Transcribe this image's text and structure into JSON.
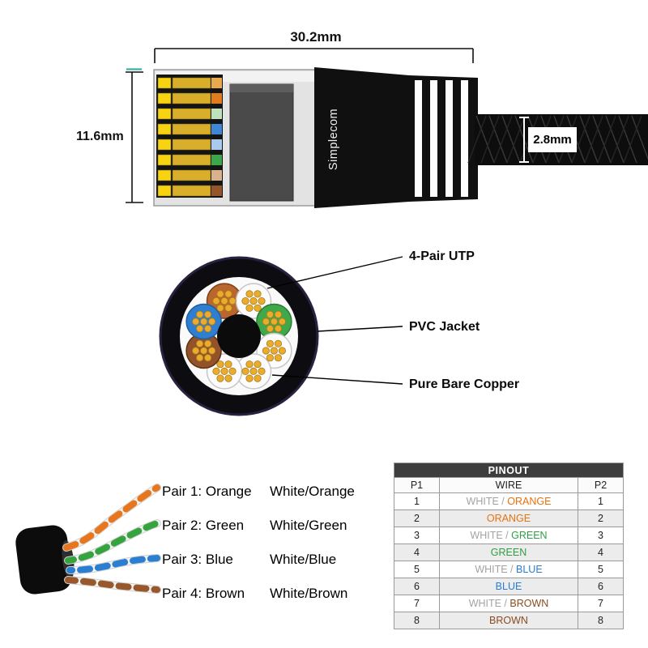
{
  "connector": {
    "brand": "Simplecom",
    "width_label": "30.2mm",
    "height_label": "11.6mm",
    "cable_diameter_label": "2.8mm"
  },
  "cross_section": {
    "jacket_color": "#0d0d11",
    "copper_color": "#ebac2e",
    "callouts": [
      {
        "label": "4-Pair UTP"
      },
      {
        "label": "PVC Jacket"
      },
      {
        "label": "Pure Bare Copper"
      }
    ],
    "wires": [
      {
        "name": "orange",
        "color": "#b9672f"
      },
      {
        "name": "white-orange",
        "color": "#fcfcfc"
      },
      {
        "name": "green",
        "color": "#3fa94a"
      },
      {
        "name": "white-green",
        "color": "#fcfcfc"
      },
      {
        "name": "white-blue",
        "color": "#fcfcfc"
      },
      {
        "name": "white-brown",
        "color": "#fcfcfc"
      },
      {
        "name": "brown",
        "color": "#93522a"
      },
      {
        "name": "blue",
        "color": "#2f7ed0"
      }
    ]
  },
  "pairs": [
    {
      "label": "Pair 1: Orange",
      "white_label": "White/Orange",
      "color": "#e8761e"
    },
    {
      "label": "Pair 2: Green",
      "white_label": "White/Green",
      "color": "#35a43e"
    },
    {
      "label": "Pair 3: Blue",
      "white_label": "White/Blue",
      "color": "#2b7fd0"
    },
    {
      "label": "Pair 4: Brown",
      "white_label": "White/Brown",
      "color": "#99582b"
    }
  ],
  "pinout": {
    "title": "PINOUT",
    "columns": [
      "P1",
      "WIRE",
      "P2"
    ],
    "rows": [
      {
        "p1": "1",
        "prefix": "WHITE / ",
        "wire": "ORANGE",
        "p2": "1",
        "color": "#e8720c"
      },
      {
        "p1": "2",
        "prefix": "",
        "wire": "ORANGE",
        "p2": "2",
        "color": "#e8720c"
      },
      {
        "p1": "3",
        "prefix": "WHITE / ",
        "wire": "GREEN",
        "p2": "3",
        "color": "#2f9e42"
      },
      {
        "p1": "4",
        "prefix": "",
        "wire": "GREEN",
        "p2": "4",
        "color": "#2f9e42"
      },
      {
        "p1": "5",
        "prefix": "WHITE / ",
        "wire": "BLUE",
        "p2": "5",
        "color": "#2b7cd3"
      },
      {
        "p1": "6",
        "prefix": "",
        "wire": "BLUE",
        "p2": "6",
        "color": "#2b7cd3"
      },
      {
        "p1": "7",
        "prefix": "WHITE / ",
        "wire": "BROWN",
        "p2": "7",
        "color": "#8a4b20"
      },
      {
        "p1": "8",
        "prefix": "",
        "wire": "BROWN",
        "p2": "8",
        "color": "#8a4b20"
      }
    ]
  }
}
